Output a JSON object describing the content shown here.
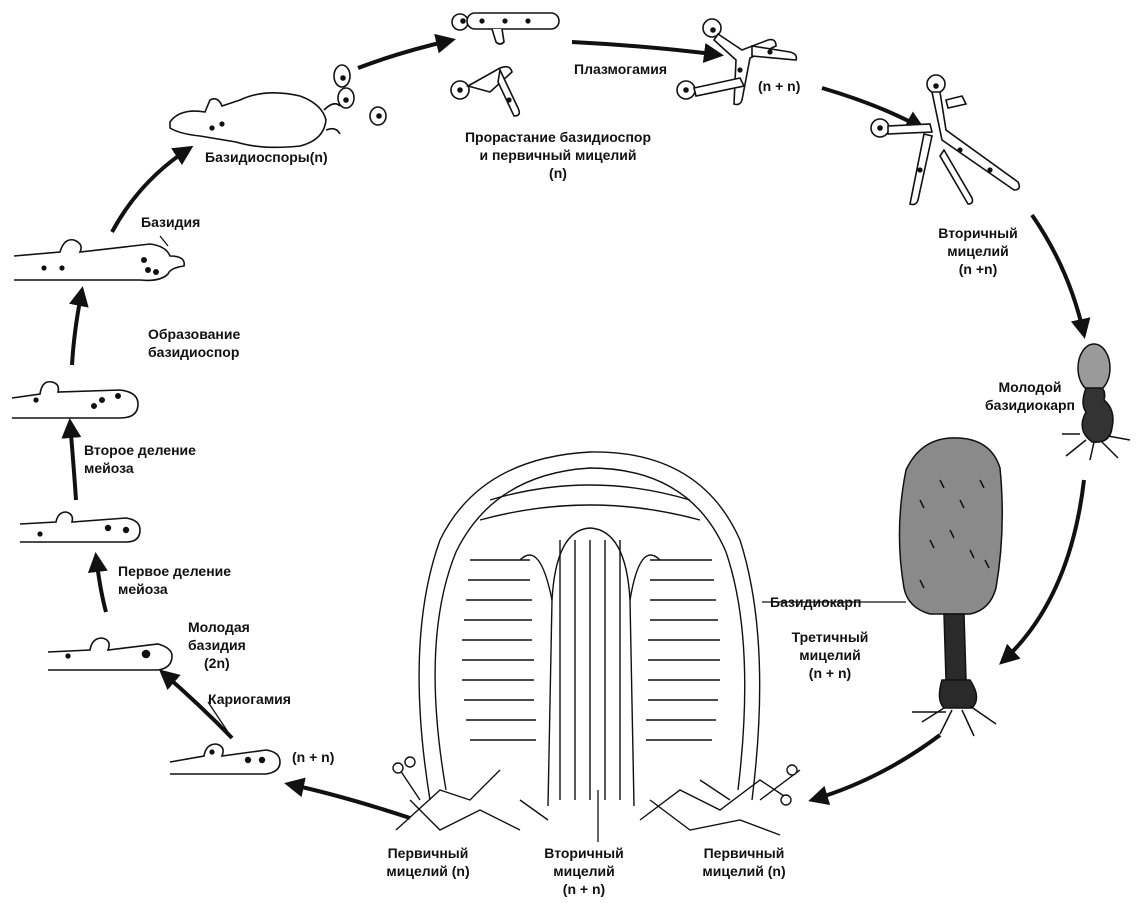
{
  "colors": {
    "ink": "#111111",
    "cap": "#8a8a8a",
    "stem": "#2a2a2a"
  },
  "labels": {
    "plasmogamy": "Плазмогамия",
    "nn_top": "(n + n)",
    "germination_1": "Прорастание базидиоспор",
    "germination_2": "и первичный мицелий",
    "germination_3": "(n)",
    "basidiospores": "Базидиоспоры",
    "basidiospores_n": "(n)",
    "secondary_1": "Вторичный",
    "secondary_2": "мицелий",
    "secondary_3": "(n +n)",
    "basidium": "Базидия",
    "spore_formation_1": "Образование",
    "spore_formation_2": "базидиоспор",
    "young_fb_1": "Молодой",
    "young_fb_2": "базидиокарп",
    "meiosis2_1": "Второе деление",
    "meiosis2_2": "мейоза",
    "meiosis1_1": "Первое деление",
    "meiosis1_2": "мейоза",
    "young_basidium_1": "Молодая",
    "young_basidium_2": "базидия",
    "young_basidium_3": "(2n)",
    "karyogamy": "Кариогамия",
    "nn_left": "(n + n)",
    "basidiocarp": "Базидиокарп",
    "tertiary_1": "Третичный",
    "tertiary_2": "мицелий",
    "tertiary_3": "(n + n)",
    "primary_left_1": "Первичный",
    "primary_left_2": "мицелий (n)",
    "secondary_b_1": "Вторичный",
    "secondary_b_2": "мицелий",
    "secondary_b_3": "(n + n)",
    "primary_right_1": "Первичный",
    "primary_right_2": "мицелий (n)"
  }
}
